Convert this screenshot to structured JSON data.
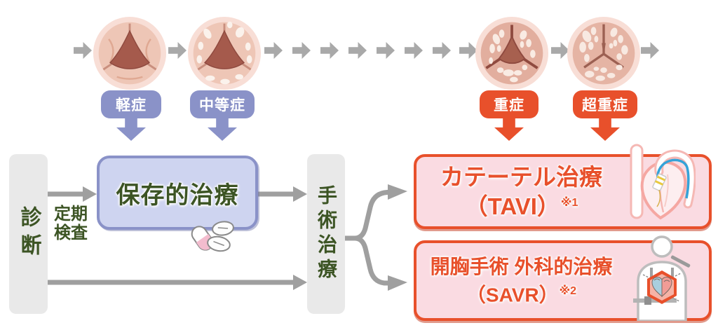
{
  "progression": {
    "stages": [
      {
        "label": "軽症",
        "severity": "mild"
      },
      {
        "label": "中等症",
        "severity": "moderate"
      },
      {
        "label": "重症",
        "severity": "severe"
      },
      {
        "label": "超重症",
        "severity": "very-severe"
      }
    ]
  },
  "flow": {
    "diagnosis_label": "診断",
    "periodic_check_lines": [
      "定期",
      "検査"
    ],
    "conservative_label": "保存的治療",
    "surgery_label": "手術治療",
    "tavi": {
      "title": "カテーテル治療",
      "subtitle": "（TAVI）",
      "footnote": "※1"
    },
    "savr": {
      "title": "開胸手術 外科的治療",
      "subtitle": "（SAVR）",
      "footnote": "※2"
    }
  },
  "colors": {
    "severity_mild_badge": "#8a92c8",
    "severity_severe_badge": "#e8502b",
    "conservative_box_fill": "#ced4f0",
    "conservative_box_border": "#8a92c8",
    "treatment_box_fill": "#fadbe2",
    "treatment_box_border": "#e8502b",
    "green_text": "#3c5424",
    "red_text": "#e8502b",
    "arrow_gray": "#a9a9a9",
    "neutral_box_fill": "#e9e9e9"
  }
}
